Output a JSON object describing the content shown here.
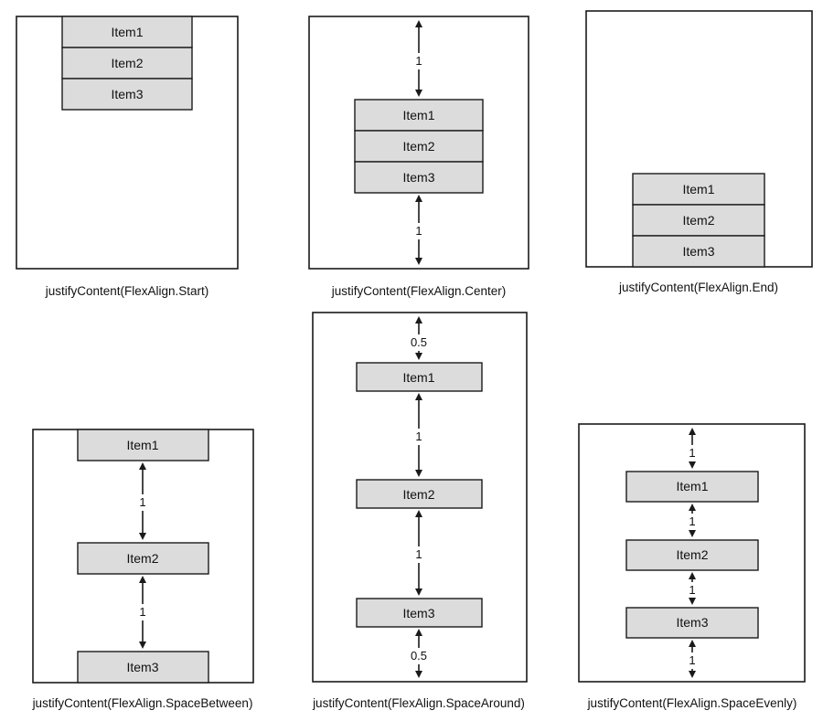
{
  "panels": [
    {
      "caption": "justifyContent(FlexAlign.Start)",
      "items": [
        "Item1",
        "Item2",
        "Item3"
      ],
      "gaps": []
    },
    {
      "caption": "justifyContent(FlexAlign.Center)",
      "items": [
        "Item1",
        "Item2",
        "Item3"
      ],
      "gaps": [
        "1",
        "1"
      ]
    },
    {
      "caption": "justifyContent(FlexAlign.End)",
      "items": [
        "Item1",
        "Item2",
        "Item3"
      ],
      "gaps": []
    },
    {
      "caption": "justifyContent(FlexAlign.SpaceBetween)",
      "items": [
        "Item1",
        "Item2",
        "Item3"
      ],
      "gaps": [
        "1",
        "1"
      ]
    },
    {
      "caption": "justifyContent(FlexAlign.SpaceAround)",
      "items": [
        "Item1",
        "Item2",
        "Item3"
      ],
      "gaps": [
        "0.5",
        "1",
        "1",
        "0.5"
      ]
    },
    {
      "caption": "justifyContent(FlexAlign.SpaceEvenly)",
      "items": [
        "Item1",
        "Item2",
        "Item3"
      ],
      "gaps": [
        "1",
        "1",
        "1",
        "1"
      ]
    }
  ],
  "colors": {
    "item_fill": "#dcdcdc",
    "stroke": "#1a1a1a",
    "background": "#ffffff"
  }
}
